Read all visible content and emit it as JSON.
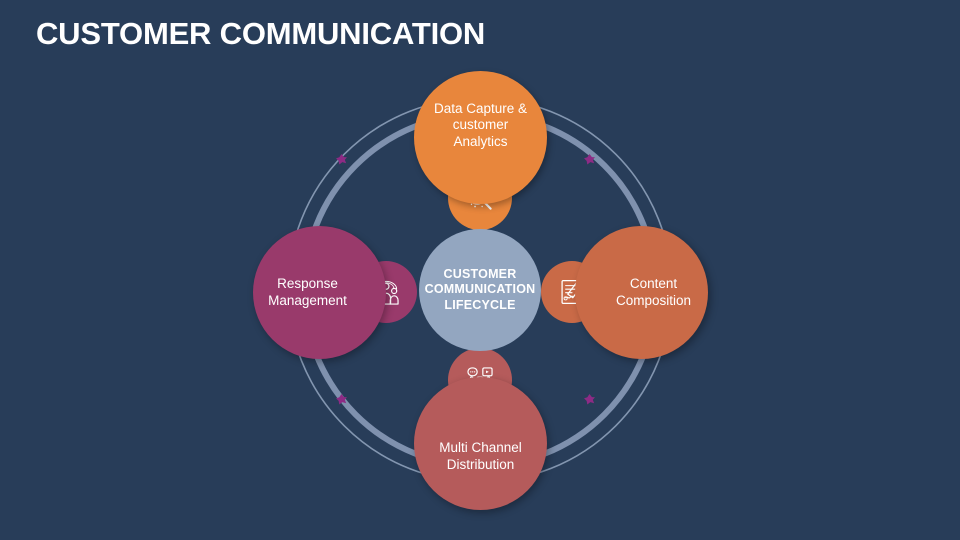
{
  "slide": {
    "title": "CUSTOMER COMMUNICATION",
    "background_color": "#283D59"
  },
  "diagram": {
    "type": "cycle",
    "center": {
      "label": "CUSTOMER COMMUNICATION LIFECYCLE",
      "line1": "CUSTOMER",
      "line2": "COMMUNICATION",
      "line3": "LIFECYCLE",
      "color": "#93A6C0"
    },
    "ring": {
      "outer_color": "#93A6C0",
      "inner_color": "#8496B3",
      "marker_color": "#8D2B85",
      "marker_count": 4
    },
    "nodes": [
      {
        "id": "data-capture",
        "position": "top",
        "label": "Data Capture & customer Analytics",
        "line1": "Data Capture &",
        "line2": "customer",
        "line3": "Analytics",
        "color": "#E8863C",
        "icon": "magnifier-customer-analytics-icon"
      },
      {
        "id": "content-composition",
        "position": "right",
        "label": "Content Composition",
        "line1": "Content",
        "line2": "Composition",
        "color": "#C96A47",
        "icon": "document-signature-icon"
      },
      {
        "id": "multi-channel-distribution",
        "position": "bottom",
        "label": "Multi Channel Distribution",
        "line1": "Multi Channel",
        "line2": "Distribution",
        "color": "#B55B5B",
        "icon": "multi-channel-network-icon"
      },
      {
        "id": "response-management",
        "position": "left",
        "label": "Response Management",
        "line1": "Response",
        "line2": "Management",
        "color": "#993A6B",
        "icon": "team-group-icon"
      }
    ]
  }
}
